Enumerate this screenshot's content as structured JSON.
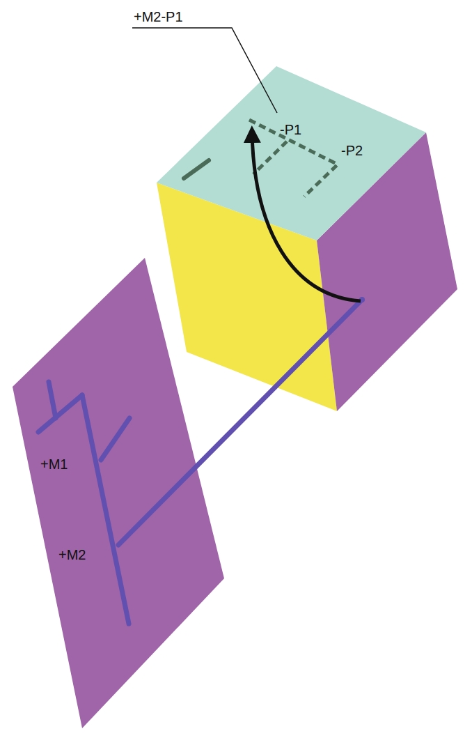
{
  "diagram": {
    "labels": [
      "+M2-P1",
      "-P1",
      "-P2",
      "+M1",
      "+M2"
    ]
  }
}
